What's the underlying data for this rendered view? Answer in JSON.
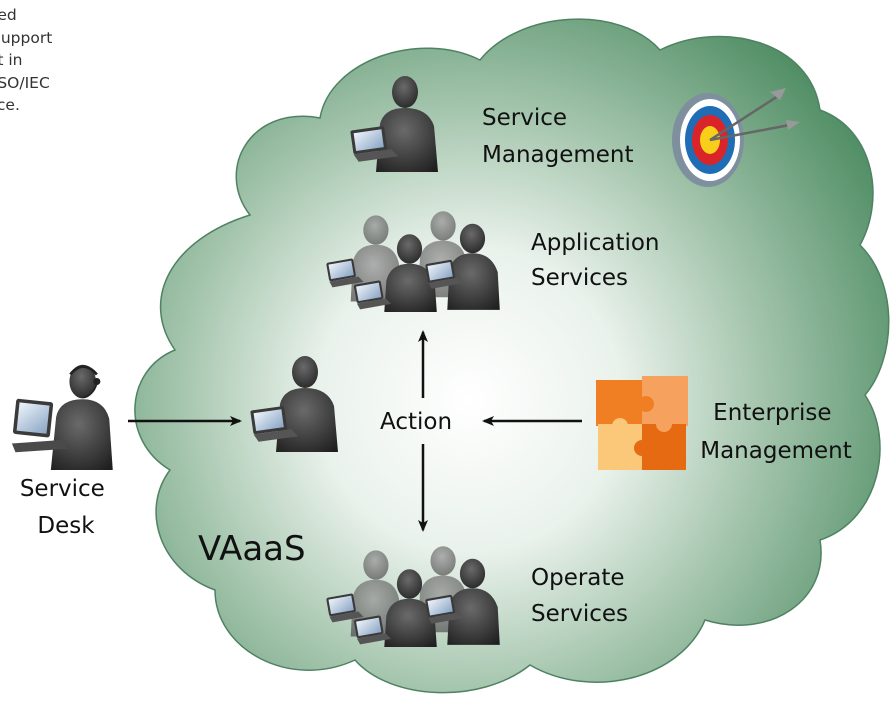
{
  "intro_text": "aged\ng support\nent in\nd ISO/IEC\nctice.",
  "labels": {
    "service_management": [
      "Service",
      "Management"
    ],
    "application_services": [
      "Application",
      "Services"
    ],
    "action": "Action",
    "enterprise_management": [
      "Enterprise",
      "Management"
    ],
    "service_desk": [
      "Service",
      "Desk"
    ],
    "vaaas": "VAaaS",
    "operate_services": [
      "Operate",
      "Services"
    ]
  },
  "icons": {
    "single_person": "person-at-laptop-icon",
    "team": "team-at-laptops-icon",
    "headset_agent": "headset-agent-icon",
    "target": "target-with-arrows-icon",
    "puzzle": "puzzle-pieces-icon",
    "cloud": "cloud-shape"
  },
  "colors": {
    "cloud_outer": "#5d9870",
    "cloud_inner": "#ffffff",
    "person_dark": "#2b2b2b",
    "laptop_screen": "#c9d8ea",
    "puzzle_orange": "#ef7f22",
    "puzzle_light": "#fbc879",
    "target_red": "#d9252a",
    "target_blue": "#1f6db5",
    "target_yellow": "#f7cf1b"
  }
}
